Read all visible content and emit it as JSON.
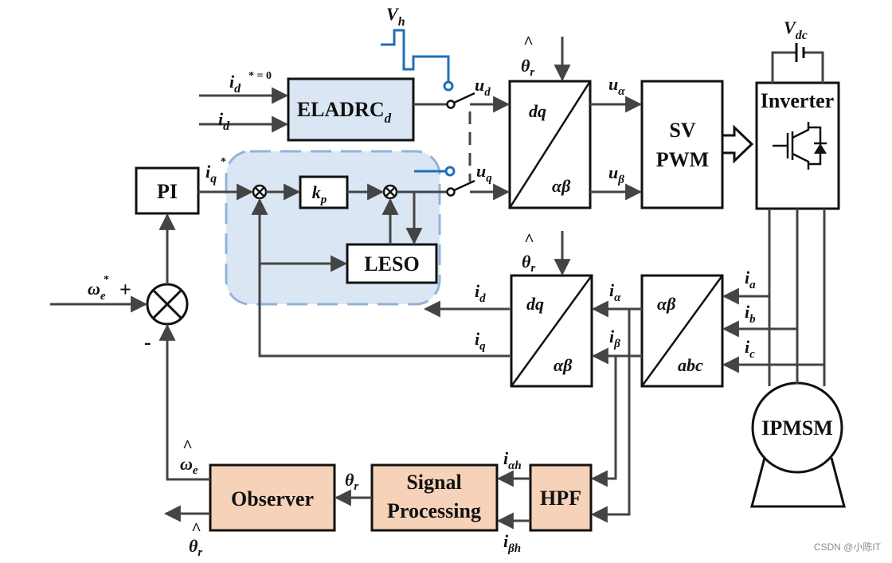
{
  "blocks": {
    "eladrc": "ELADRC",
    "eladrc_sub": "d",
    "pi": "PI",
    "kp": "k",
    "kp_sub": "p",
    "leso": "LESO",
    "svpwm_line1": "SV",
    "svpwm_line2": "PWM",
    "inverter": "Inverter",
    "ipmsm": "IPMSM",
    "hpf": "HPF",
    "signal_line1": "Signal",
    "signal_line2": "Processing",
    "observer": "Observer",
    "park1_top": "dq",
    "park1_bottom": "αβ",
    "park2_top": "dq",
    "park2_bottom": "αβ",
    "clarke_top": "αβ",
    "clarke_bottom": "abc"
  },
  "signals": {
    "vh": "V",
    "vh_sub": "h",
    "vdc": "V",
    "vdc_sub": "dc",
    "id_ref": "i",
    "id_ref_sub": "d",
    "id_ref_value": "* = 0",
    "id_fb": "i",
    "id_fb_sub": "d",
    "iq_ref": "i",
    "iq_ref_sub": "q",
    "iq_ref_sup": "*",
    "ud": "u",
    "ud_sub": "d",
    "uq": "u",
    "uq_sub": "q",
    "ualpha": "u",
    "ualpha_sub": "α",
    "ubeta": "u",
    "ubeta_sub": "β",
    "theta_top": "θ",
    "theta_top_sub": "r",
    "theta_mid": "θ",
    "theta_mid_sub": "r",
    "id_out": "i",
    "id_out_sub": "d",
    "iq_out": "i",
    "iq_out_sub": "q",
    "ialpha": "i",
    "ialpha_sub": "α",
    "ibeta": "i",
    "ibeta_sub": "β",
    "ia": "i",
    "ia_sub": "a",
    "ib": "i",
    "ib_sub": "b",
    "ic": "i",
    "ic_sub": "c",
    "omega_ref": "ω",
    "omega_ref_sub": "e",
    "omega_ref_sup": "*",
    "plus": "+",
    "minus": "-",
    "omega_hat": "ω",
    "omega_hat_sub": "e",
    "theta_r": "θ",
    "theta_r_sub": "r",
    "theta_hat_out": "θ",
    "theta_hat_out_sub": "r",
    "ialpha_h": "i",
    "ialpha_h_sub": "αh",
    "ibeta_h": "i",
    "ibeta_h_sub": "βh",
    "hat": "^"
  },
  "watermark": "CSDN @小陈IT",
  "colors": {
    "stroke": "#111111",
    "wire": "#444444",
    "adrc_fill": "#dbe6f4",
    "adrc_dash": "#8fb4dc",
    "injection": "#1d6fb8",
    "observer_fill": "#f6d2b8"
  }
}
